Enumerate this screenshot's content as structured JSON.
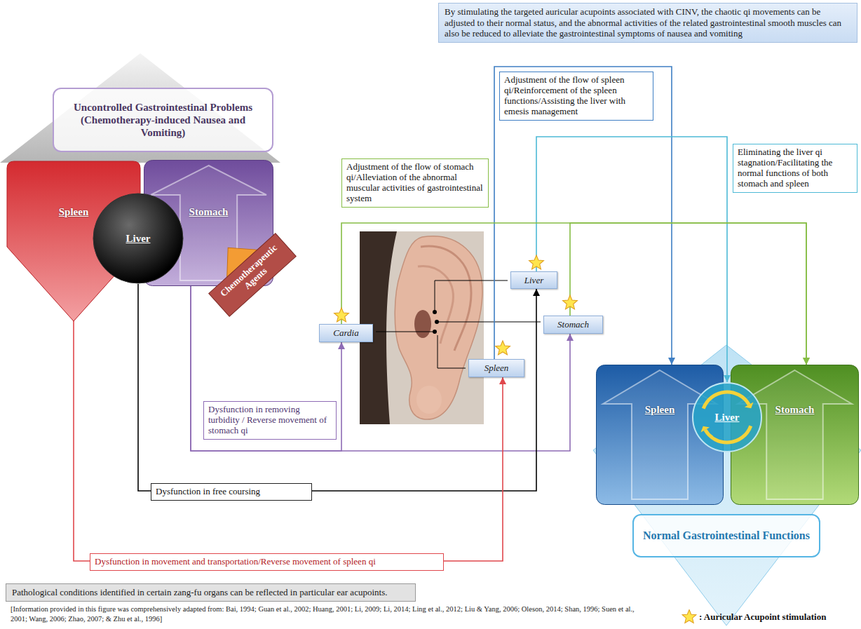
{
  "diagram": {
    "nodes": [
      {
        "text": [
          "By stimulating the targeted auricular acupoints associated with CINV, the chaotic qi movements can be adjusted to their normal status, and the abnormal activities of the related gastrointestinal smooth muscles can also be reduced to alleviate the gastrointestinal symptoms of nausea and vomiting"
        ]
      },
      {
        "text": [
          "Uncontrolled Gastrointestinal Problems (Chemotherapy-induced Nausea and Vomiting)"
        ]
      },
      {
        "text": [
          "Spleen"
        ]
      },
      {
        "text": [
          "Liver"
        ]
      },
      {
        "text": [
          "Stomach"
        ]
      },
      {
        "text": [
          "Chemotherapeutic Agents"
        ]
      },
      {
        "text": [
          "Liver"
        ]
      },
      {
        "text": [
          "Cardia"
        ]
      },
      {
        "text": [
          "Stomach"
        ]
      },
      {
        "text": [
          "Spleen"
        ]
      },
      {
        "text": [
          "Spleen"
        ]
      },
      {
        "text": [
          "Liver"
        ]
      },
      {
        "text": [
          "Stomach"
        ]
      },
      {
        "text": [
          "Normal Gastrointestinal Functions"
        ]
      },
      {
        "text": [
          "Pathological conditions identified in certain zang-fu organs can be reflected in particular ear acupoints."
        ]
      }
    ],
    "edges": [
      {
        "from": 9,
        "to": 10,
        "arrow": "to",
        "label": "Adjustment of the flow of spleen qi/Reinforcement of the spleen functions/Assisting the liver with emesis management"
      },
      {
        "from": 6,
        "to": 11,
        "arrow": "to",
        "label": "Eliminating the liver qi stagnation/Facilitating the normal functions of both stomach and spleen"
      },
      {
        "from": 7,
        "to": 12,
        "arrow": "to",
        "label": "Adjustment of the flow of stomach qi/Alleviation of the abnormal muscular activities of gastrointestinal system"
      },
      {
        "from": 8,
        "to": 12,
        "arrow": "to"
      },
      {
        "from": 4,
        "to": 7,
        "arrow": "to",
        "label": "Dysfunction in removing turbidity / Reverse movement of stomach qi"
      },
      {
        "from": 4,
        "to": 8,
        "arrow": "to"
      },
      {
        "from": 3,
        "to": 6,
        "arrow": "to",
        "label": "Dysfunction in free coursing"
      },
      {
        "from": 2,
        "to": 9,
        "arrow": "to",
        "label": "Dysfunction in movement and transportation/Reverse movement of spleen qi"
      }
    ],
    "labels": [
      "[Information provided in this figure was comprehensively adapted from: Bai, 1994; Guan et al., 2002; Huang, 2001; Li, 2009; Li, 2014; Ling et al., 2012; Liu & Yang, 2006; Oleson, 2014; Shan, 1996; Suen et al., 2001; Wang, 2006; Zhao, 2007; & Zhu et al., 1996]"
    ],
    "legend": [
      {
        "text": ": Auricular Acupoint stimulation"
      }
    ]
  }
}
